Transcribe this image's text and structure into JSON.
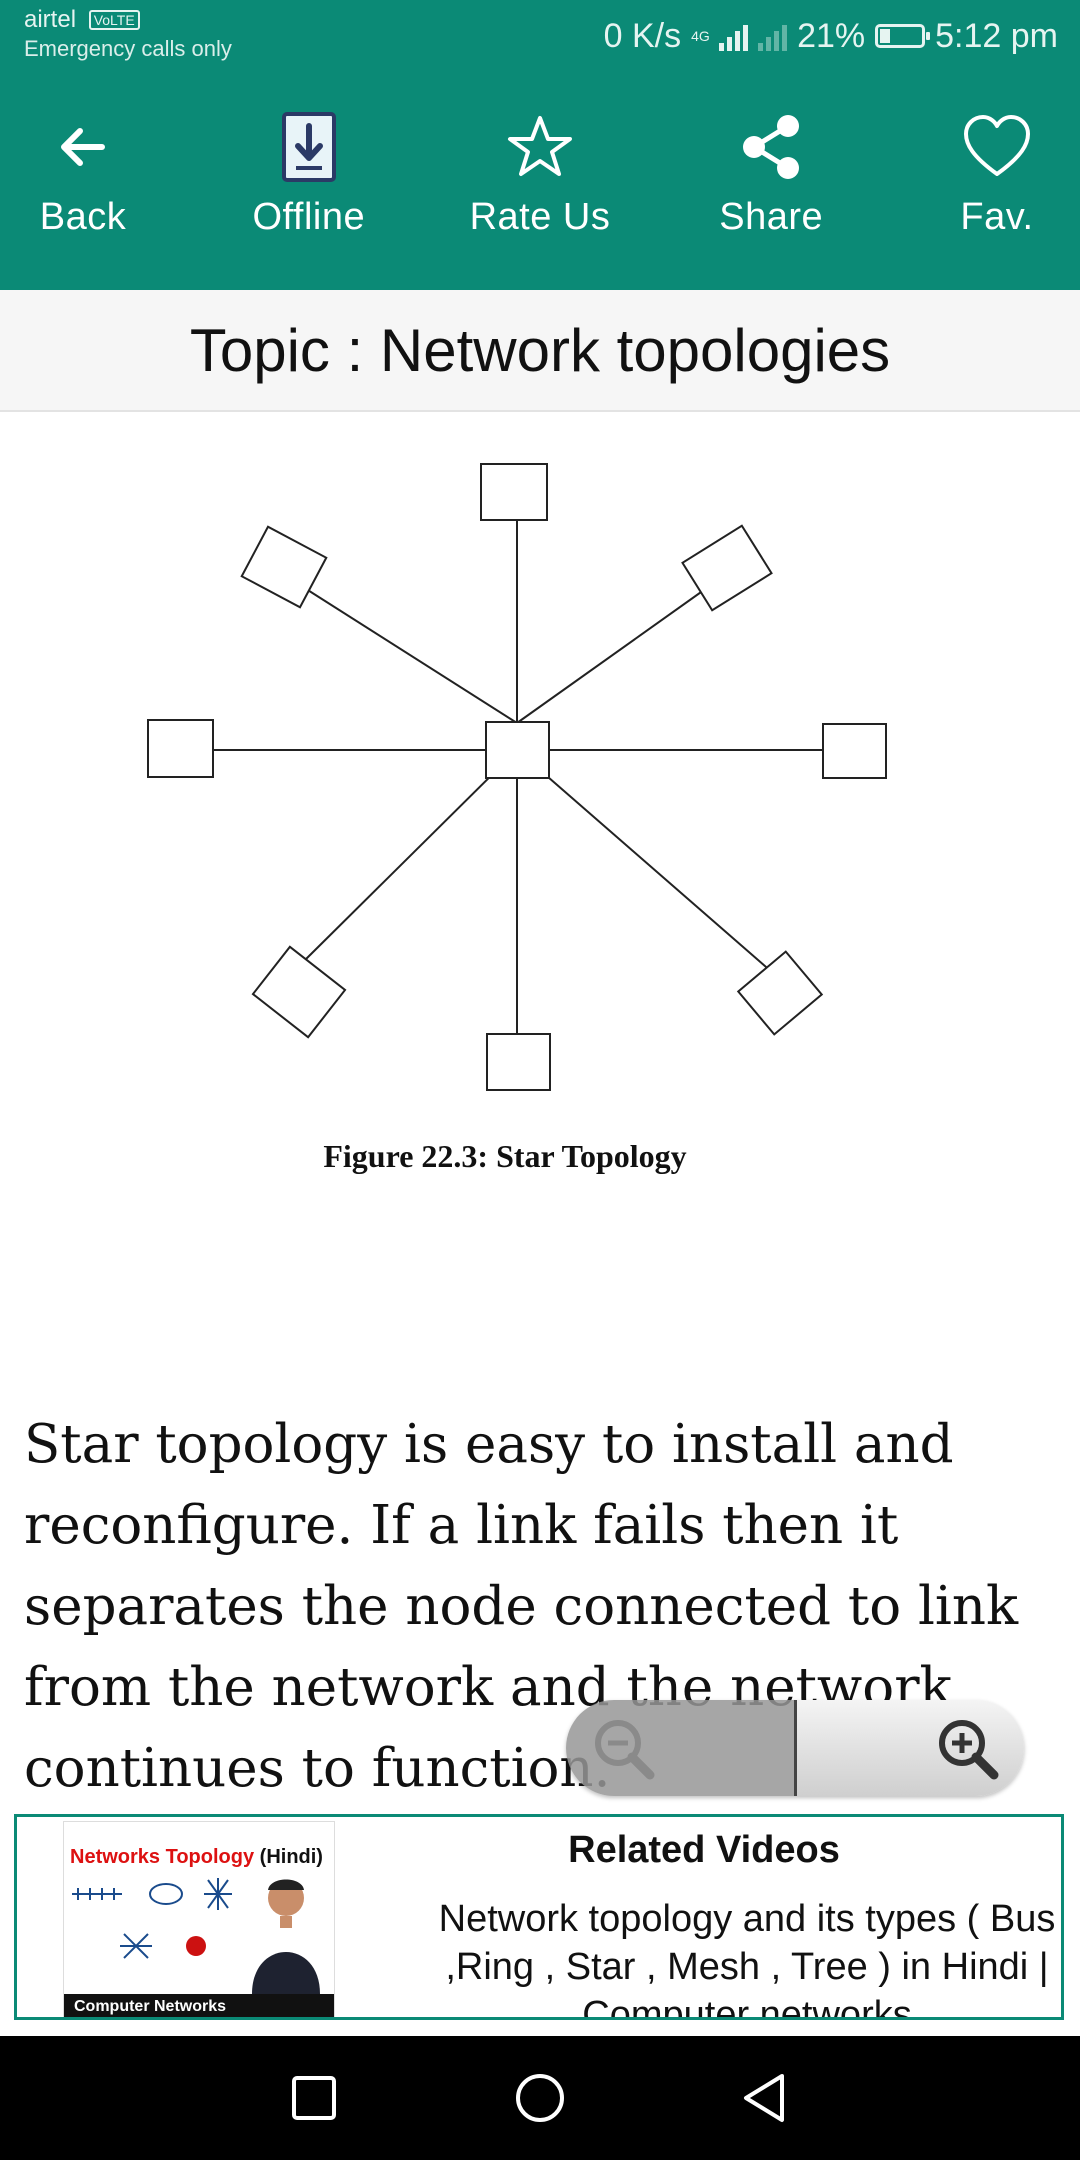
{
  "status_bar": {
    "carrier": "airtel",
    "volte_badge": "VoLTE",
    "emergency": "Emergency calls only",
    "network_speed": "0 K/s",
    "network_type": "4G",
    "battery_percent": "21%",
    "time": "5:12 pm"
  },
  "toolbar": {
    "back_label": "Back",
    "offline_label": "Offline",
    "rate_label": "Rate Us",
    "share_label": "Share",
    "fav_label": "Fav."
  },
  "topic": {
    "title": "Topic : Network topologies"
  },
  "figure": {
    "caption": "Figure 22.3: Star Topology"
  },
  "content": {
    "paragraph": "Star topology is easy to install and reconfigure. If a link fails then it separates the node connected to link from the network and the network continues to function."
  },
  "related": {
    "heading": "Related Videos",
    "thumb_title_red": "Networks Topology",
    "thumb_title_black": "(Hindi)",
    "thumb_band": "Computer Networks",
    "description": "Network topology and its types ( Bus ,Ring , Star , Mesh , Tree ) in Hindi | Computer networks"
  },
  "colors": {
    "primary": "#0b8a76",
    "card_border": "#0b8a76"
  }
}
